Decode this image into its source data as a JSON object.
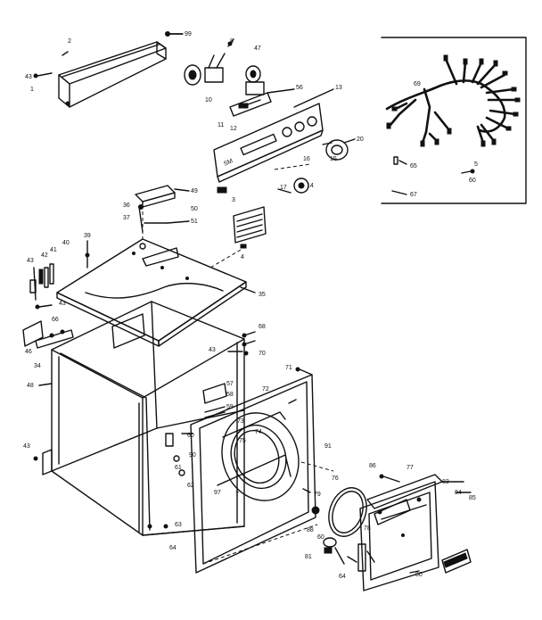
{
  "callouts": [
    {
      "id": "c2",
      "text": "2"
    },
    {
      "id": "c99",
      "text": "99"
    },
    {
      "id": "c43a",
      "text": "43"
    },
    {
      "id": "c1",
      "text": "1"
    },
    {
      "id": "c8",
      "text": "8"
    },
    {
      "id": "c47",
      "text": "47"
    },
    {
      "id": "c10",
      "text": "10"
    },
    {
      "id": "c56",
      "text": "56"
    },
    {
      "id": "c13",
      "text": "13"
    },
    {
      "id": "c11",
      "text": "11"
    },
    {
      "id": "c12",
      "text": "12"
    },
    {
      "id": "c20",
      "text": "20"
    },
    {
      "id": "c16",
      "text": "16"
    },
    {
      "id": "c15",
      "text": "15"
    },
    {
      "id": "c14",
      "text": "14"
    },
    {
      "id": "c17",
      "text": "17"
    },
    {
      "id": "c3",
      "text": "3"
    },
    {
      "id": "c69",
      "text": "69"
    },
    {
      "id": "c65",
      "text": "65"
    },
    {
      "id": "c5",
      "text": "5"
    },
    {
      "id": "c60a",
      "text": "60"
    },
    {
      "id": "c67",
      "text": "67"
    },
    {
      "id": "c49",
      "text": "49"
    },
    {
      "id": "c36",
      "text": "36"
    },
    {
      "id": "c50",
      "text": "50"
    },
    {
      "id": "c37",
      "text": "37"
    },
    {
      "id": "c51",
      "text": "51"
    },
    {
      "id": "c39",
      "text": "39"
    },
    {
      "id": "c4",
      "text": "4"
    },
    {
      "id": "c43b",
      "text": "43"
    },
    {
      "id": "c42",
      "text": "42"
    },
    {
      "id": "c41",
      "text": "41"
    },
    {
      "id": "c40",
      "text": "40"
    },
    {
      "id": "c35",
      "text": "35"
    },
    {
      "id": "c43c",
      "text": "43"
    },
    {
      "id": "c66",
      "text": "66"
    },
    {
      "id": "c46",
      "text": "46"
    },
    {
      "id": "c34",
      "text": "34"
    },
    {
      "id": "c68",
      "text": "68"
    },
    {
      "id": "c43d",
      "text": "43"
    },
    {
      "id": "c70",
      "text": "70"
    },
    {
      "id": "c71",
      "text": "71"
    },
    {
      "id": "c48",
      "text": "48"
    },
    {
      "id": "c57",
      "text": "57"
    },
    {
      "id": "c58",
      "text": "58"
    },
    {
      "id": "c59",
      "text": "59"
    },
    {
      "id": "c72",
      "text": "72"
    },
    {
      "id": "c73",
      "text": "73"
    },
    {
      "id": "c74",
      "text": "74"
    },
    {
      "id": "c75",
      "text": "75"
    },
    {
      "id": "c60b",
      "text": "60"
    },
    {
      "id": "c43e",
      "text": "43"
    },
    {
      "id": "c90",
      "text": "90"
    },
    {
      "id": "c61",
      "text": "61"
    },
    {
      "id": "c62",
      "text": "62"
    },
    {
      "id": "c97",
      "text": "97"
    },
    {
      "id": "c7",
      "text": "7"
    },
    {
      "id": "c91",
      "text": "91"
    },
    {
      "id": "c86",
      "text": "86"
    },
    {
      "id": "c77",
      "text": "77"
    },
    {
      "id": "c76",
      "text": "76"
    },
    {
      "id": "c83",
      "text": "83"
    },
    {
      "id": "c84",
      "text": "84"
    },
    {
      "id": "c85",
      "text": "85"
    },
    {
      "id": "c79",
      "text": "79"
    },
    {
      "id": "c78",
      "text": "78"
    },
    {
      "id": "c63",
      "text": "63"
    },
    {
      "id": "c64",
      "text": "64"
    },
    {
      "id": "c88",
      "text": "88"
    },
    {
      "id": "c81",
      "text": "81"
    },
    {
      "id": "c60c",
      "text": "60"
    },
    {
      "id": "c64b",
      "text": "64"
    },
    {
      "id": "c80",
      "text": "80"
    }
  ]
}
